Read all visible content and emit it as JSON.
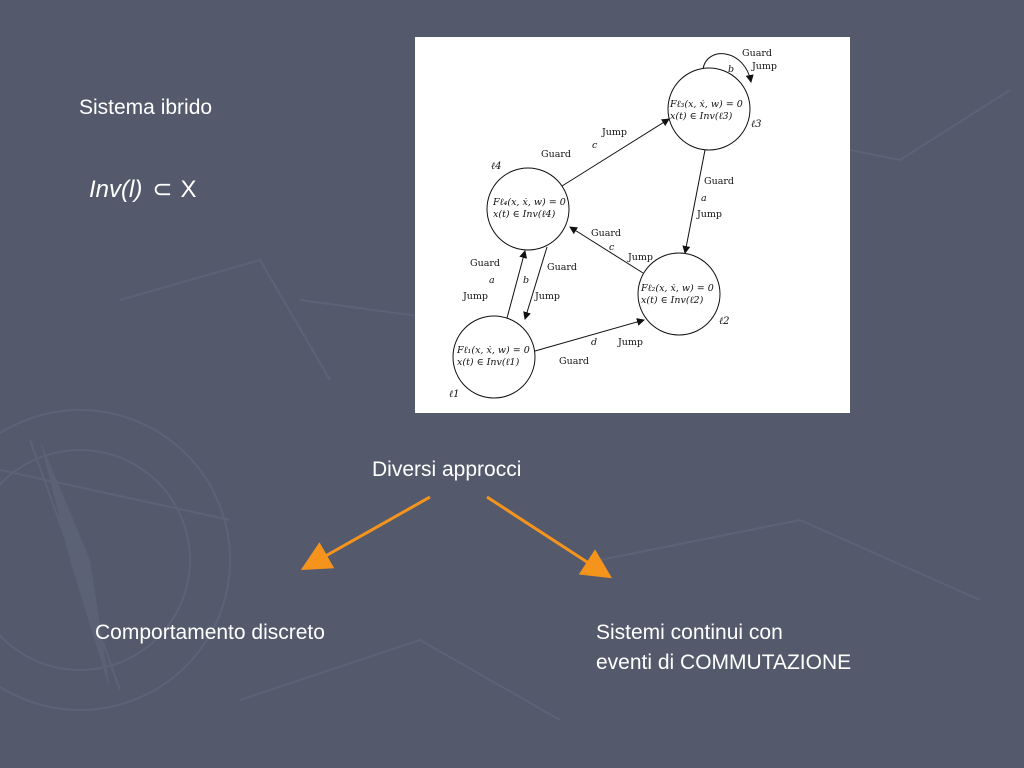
{
  "slide": {
    "title": "Sistema ibrido",
    "inv_expression": {
      "left": "Inv(l)",
      "symbol": "⊂",
      "right": "X"
    },
    "approaches_label": "Diversi approcci",
    "branch_left": "Comportamento discreto",
    "branch_right": [
      "Sistemi continui con",
      "eventi di COMMUTAZIONE"
    ],
    "colors": {
      "background": "#545a6c",
      "text": "#ffffff",
      "arrow": "#f5941d"
    }
  },
  "diagram": {
    "states": [
      {
        "id": "l3",
        "label": "ℓ3",
        "eq1": "Fℓ₃(x, ẋ, w) = 0",
        "eq2": "x(t) ∈ Inv(ℓ3)"
      },
      {
        "id": "l4",
        "label": "ℓ4",
        "eq1": "Fℓ₄(x, ẋ, w) = 0",
        "eq2": "x(t) ∈ Inv(ℓ4)"
      },
      {
        "id": "l2",
        "label": "ℓ2",
        "eq1": "Fℓ₂(x, ẋ, w) = 0",
        "eq2": "x(t) ∈ Inv(ℓ2)"
      },
      {
        "id": "l1",
        "label": "ℓ1",
        "eq1": "Fℓ₁(x, ẋ, w) = 0",
        "eq2": "x(t) ∈ Inv(ℓ1)"
      }
    ],
    "transitions": [
      {
        "id": "l3-self",
        "guard": "Guard",
        "event": "b",
        "jump": "Jump"
      },
      {
        "id": "l4-l3",
        "guard": "Guard",
        "event": "c",
        "jump": "Jump"
      },
      {
        "id": "l3-l2",
        "guard": "Guard",
        "event": "a",
        "jump": "Jump"
      },
      {
        "id": "l2-l4",
        "guard": "Guard",
        "event": "c",
        "jump": "Jump"
      },
      {
        "id": "l1-l4",
        "guard": "Guard",
        "event": "a",
        "jump": "Jump"
      },
      {
        "id": "l4-l1",
        "guard": "Guard",
        "event": "b",
        "jump": "Jump"
      },
      {
        "id": "l1-l2",
        "guard": "Guard",
        "event": "d",
        "jump": "Jump"
      }
    ]
  }
}
